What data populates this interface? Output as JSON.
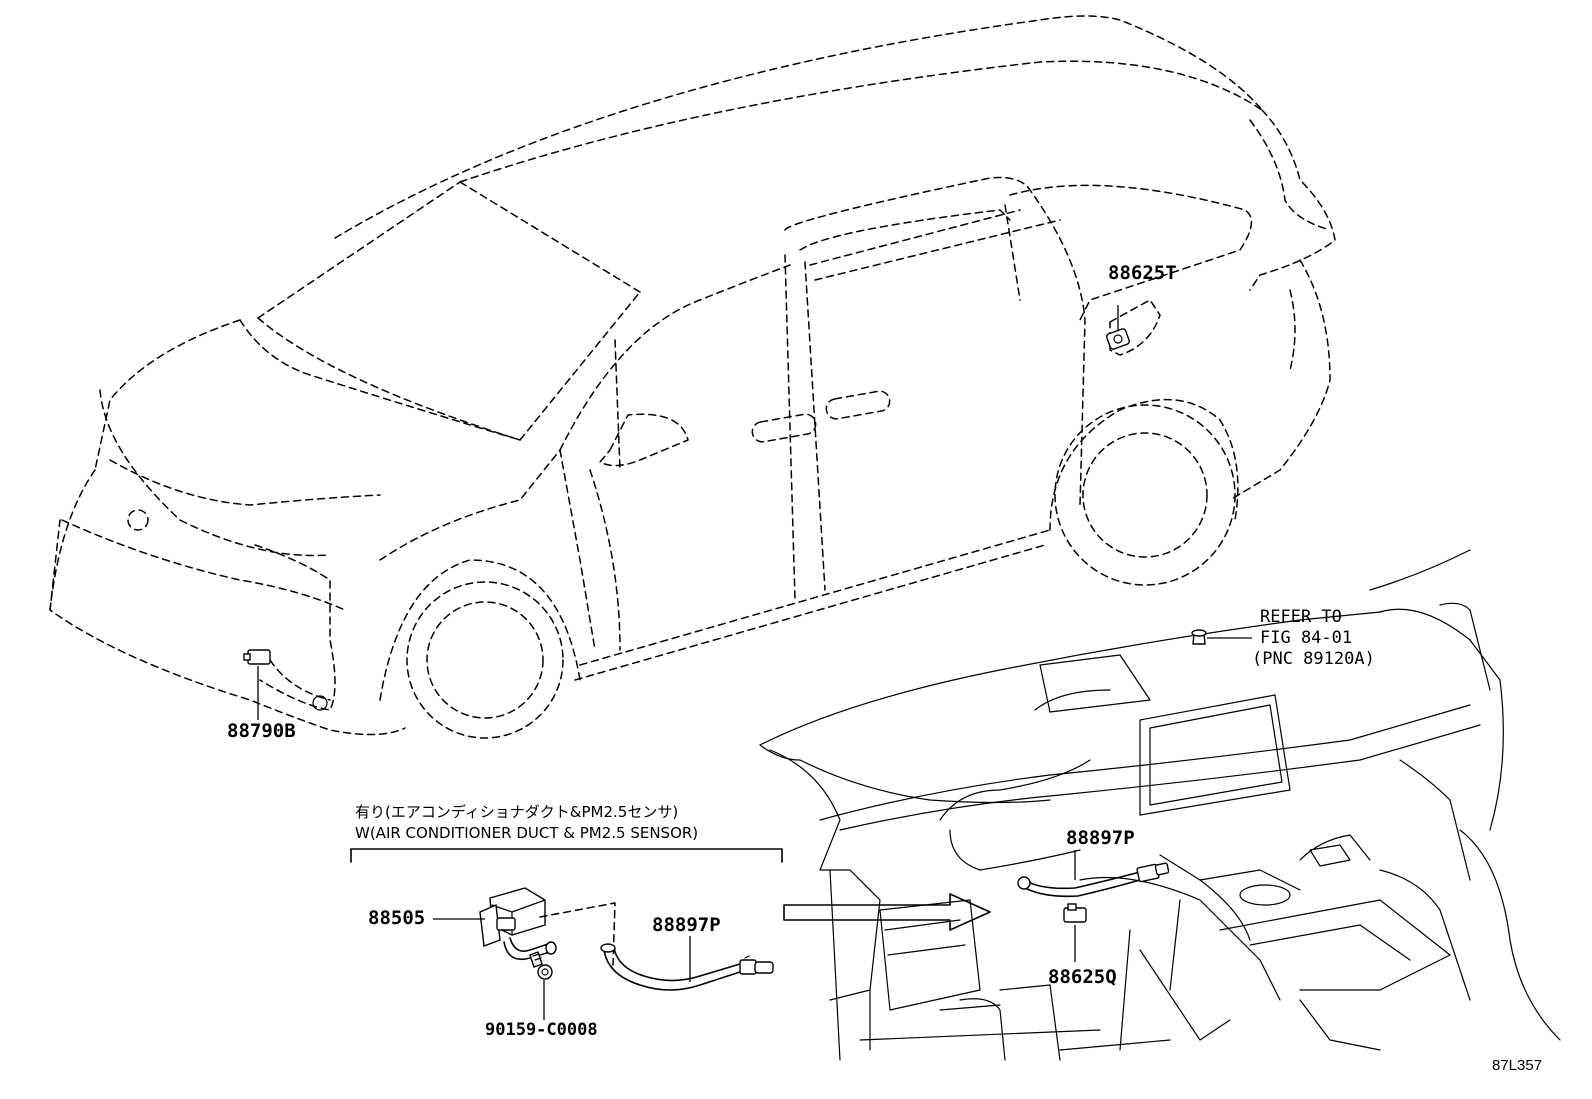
{
  "parts": {
    "p88625T": "88625T",
    "p88790B": "88790B",
    "p88505": "88505",
    "p88897P_detail": "88897P",
    "p88897P_dash": "88897P",
    "p88625Q": "88625Q",
    "p90159": "90159-C0008"
  },
  "option_note": {
    "jp": "有り(エアコンディショナダクト&PM2.5センサ)",
    "en": "W(AIR CONDITIONER DUCT & PM2.5 SENSOR)"
  },
  "reference": {
    "line1": "REFER TO",
    "line2": "FIG 84-01",
    "line3": "(PNC 89120A)"
  },
  "figure_code": "87L357"
}
